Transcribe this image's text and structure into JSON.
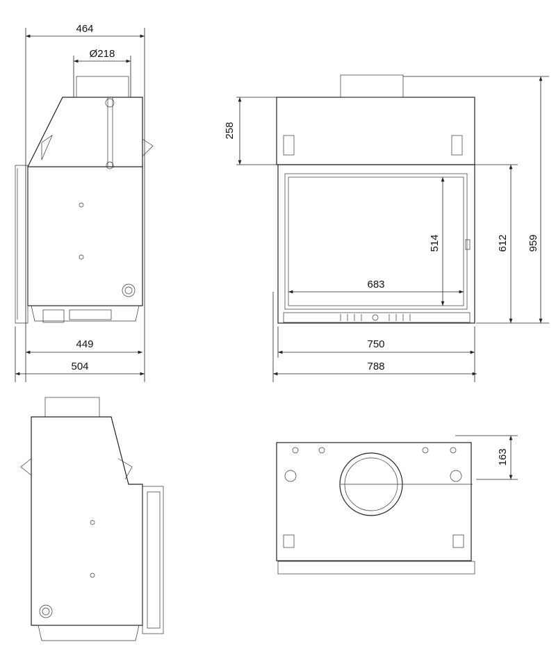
{
  "drawing": {
    "views": [
      "side-view-top-left",
      "front-view",
      "side-view-bottom-left",
      "top-view"
    ],
    "dimensions": {
      "top_width": "464",
      "flue_diameter": "Ø218",
      "upper_height": "258",
      "total_height": "959",
      "door_height": "612",
      "glass_height": "514",
      "glass_width": "683",
      "inner_depth": "449",
      "total_depth": "504",
      "front_inner_width": "750",
      "front_total_width": "788",
      "top_offset": "163"
    }
  }
}
